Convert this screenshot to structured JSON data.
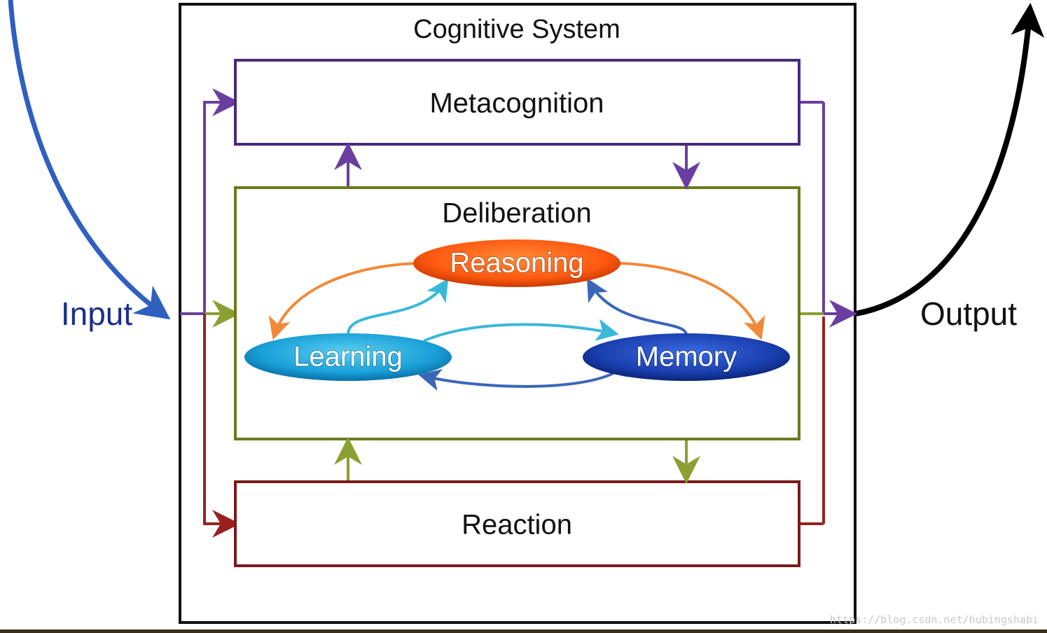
{
  "diagram": {
    "title": "Cognitive System",
    "metacognition": "Metacognition",
    "deliberation": "Deliberation",
    "reaction": "Reaction",
    "reasoning": "Reasoning",
    "learning": "Learning",
    "memory": "Memory",
    "input": "Input",
    "output": "Output"
  },
  "watermark": "https://blog.csdn.net/hubingshabi",
  "colors": {
    "frame": "#111111",
    "metacognition": "#4a2a7a",
    "deliberation": "#6b7a1e",
    "reaction": "#7a1a1a",
    "input_arrow": "#2f5fbf",
    "output_arrow": "#000000",
    "purple_link": "#6a3ea0",
    "olive_link": "#8aa032",
    "red_link": "#9a2020",
    "reasoning": "#ff5a10",
    "learning": "#1aa0d8",
    "memory": "#1a3fb0",
    "orange_link": "#f08a3a",
    "cyan_link": "#3ab8d8",
    "blue_link": "#3a66b8"
  }
}
